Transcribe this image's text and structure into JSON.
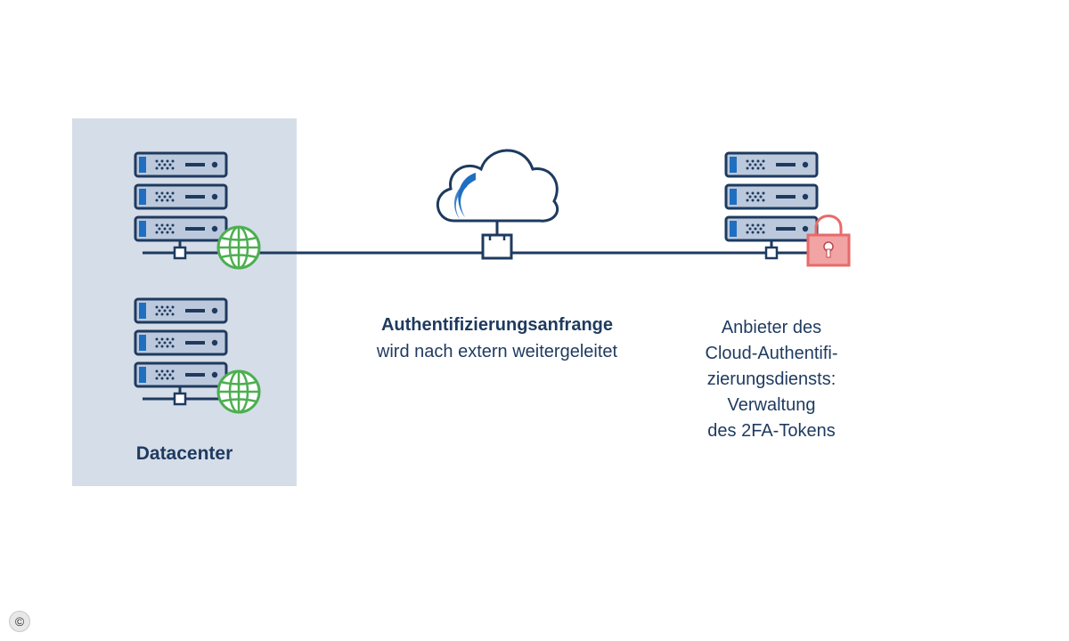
{
  "datacenter": {
    "label": "Datacenter"
  },
  "auth_request": {
    "title": "Authentifizierungsanfrange",
    "subtitle": "wird nach extern weitergeleitet"
  },
  "provider": {
    "lines": [
      "Anbieter des",
      "Cloud-Authentifi-",
      "zierungsdiensts:",
      "Verwaltung",
      "des 2FA-Tokens"
    ]
  },
  "copyright_symbol": "©",
  "colors": {
    "navy": "#1e3a5f",
    "server_fill": "#bcc9dd",
    "datacenter_panel": "#d5dde8",
    "globe_green": "#4caf50",
    "cloud_accent": "#1f6fc0",
    "lock_red": "#e86a6a"
  },
  "icons": [
    "server-icon",
    "globe-icon",
    "cloud-icon",
    "lock-icon"
  ]
}
